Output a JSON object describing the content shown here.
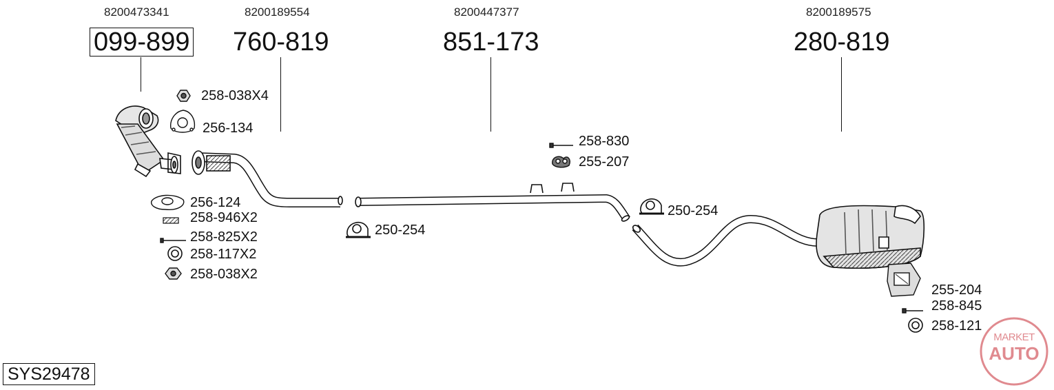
{
  "system_code": "SYS29478",
  "columns": [
    {
      "oe": "8200473341",
      "part": "099-899",
      "boxed": true
    },
    {
      "oe": "8200189554",
      "part": "760-819",
      "boxed": false
    },
    {
      "oe": "8200447377",
      "part": "851-173",
      "boxed": false
    },
    {
      "oe": "8200189575",
      "part": "280-819",
      "boxed": false
    }
  ],
  "labels": {
    "l1": "258-038X4",
    "l2": "256-134",
    "l3": "256-124",
    "l4": "258-946X2",
    "l5": "258-825X2",
    "l6": "258-117X2",
    "l7": "258-038X2",
    "l8": "250-254",
    "l9": "258-830",
    "l10": "255-207",
    "l11": "250-254",
    "l12": "255-204",
    "l13": "258-845",
    "l14": "258-121"
  },
  "watermark": {
    "line1": "MARKET",
    "line2": "AUTO"
  },
  "colors": {
    "ink": "#111111",
    "watermark": "#e08a8f"
  }
}
